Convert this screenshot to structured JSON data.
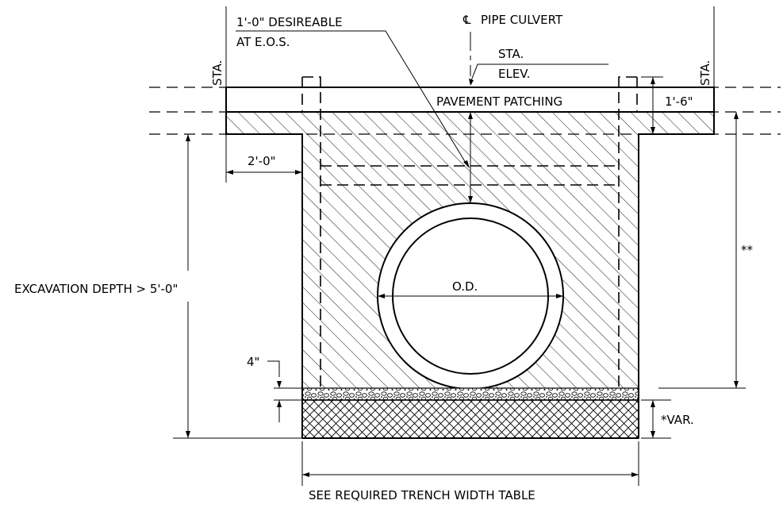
{
  "labels": {
    "desireable_line1": "1'-0\" DESIREABLE",
    "desireable_line2": "AT E.O.S.",
    "centerline_symbol": "℄",
    "pipe_culvert": "PIPE CULVERT",
    "sta_top": "STA.",
    "elev_top": "ELEV.",
    "sta_left": "STA.",
    "sta_right": "STA.",
    "pavement_patching": "PAVEMENT PATCHING",
    "dim_1_6": "1'-6\"",
    "dim_2_0": "2'-0\"",
    "double_star": "**",
    "excavation_depth": "EXCAVATION DEPTH > 5'-0\"",
    "od": "O.D.",
    "dim_4in": "4\"",
    "var": "*VAR.",
    "trench_width": "SEE REQUIRED TRENCH WIDTH TABLE"
  },
  "colors": {
    "line": "#000000",
    "background": "#ffffff"
  }
}
